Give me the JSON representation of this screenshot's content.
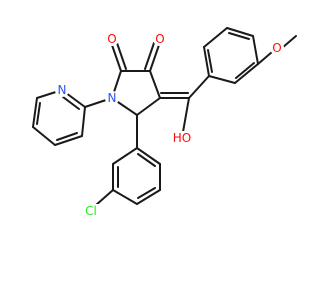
{
  "molecule": {
    "atom_colors": {
      "O": "#ff0d0d",
      "N": "#3050f8",
      "Cl": "#1ff01f",
      "C": "#1a1a1a"
    },
    "labels": {
      "o_ketone_2": "O",
      "o_ketone_3": "O",
      "oh": "HO",
      "o_ether": "O",
      "n_ring": "N",
      "n_pyridine": "N",
      "cl": "Cl"
    }
  }
}
